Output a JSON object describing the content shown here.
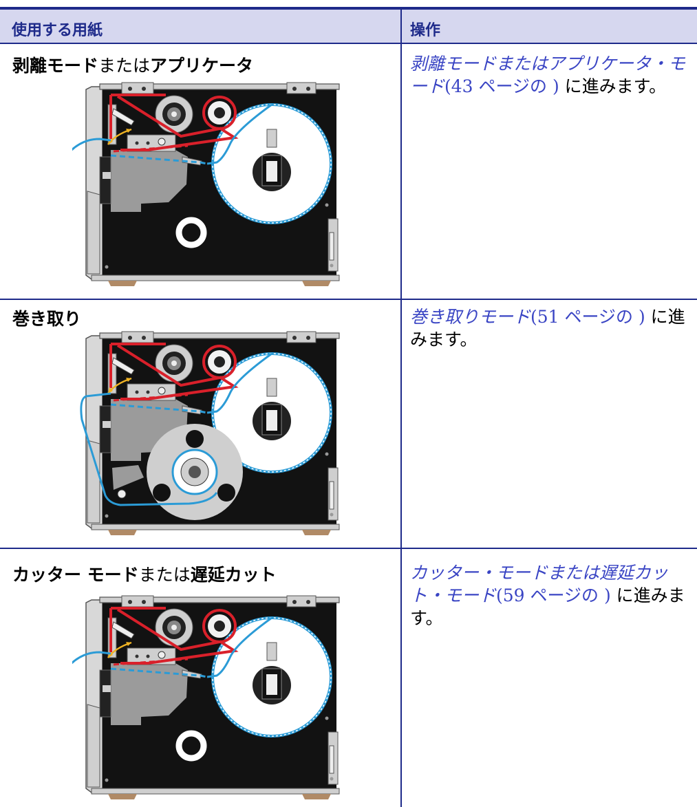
{
  "header": {
    "col1": "使用する用紙",
    "col2": "操作"
  },
  "rows": [
    {
      "title_parts": [
        "剥離モード",
        "または",
        "アプリケータ"
      ],
      "link_text": "剥離モードまたはアプリケータ・モード",
      "link_page": "(43 ページの )",
      "suffix": " に進みます。",
      "diagram": "peel-off-mode-diagram"
    },
    {
      "title_parts": [
        "巻き取り"
      ],
      "link_text": "巻き取りモード",
      "link_page": "(51 ページの )",
      "suffix": " に進みます。",
      "diagram": "rewind-mode-diagram"
    },
    {
      "title_parts": [
        "カッター モード",
        "または",
        "遅延カット"
      ],
      "link_text": "カッター・モードまたは遅延カット・モード",
      "link_page": "(59 ページの )",
      "suffix": " に進みます。",
      "diagram": "cutter-mode-diagram"
    }
  ],
  "colors": {
    "rule": "#1e2a8a",
    "header_bg": "#d6d7ef",
    "link": "#3a45c4",
    "ribbon_path": "#d9202a",
    "media_path": "#2b9bd6",
    "arrow": "#f0b323",
    "printer_body": "#111111",
    "panel": "#9b9b9b"
  }
}
